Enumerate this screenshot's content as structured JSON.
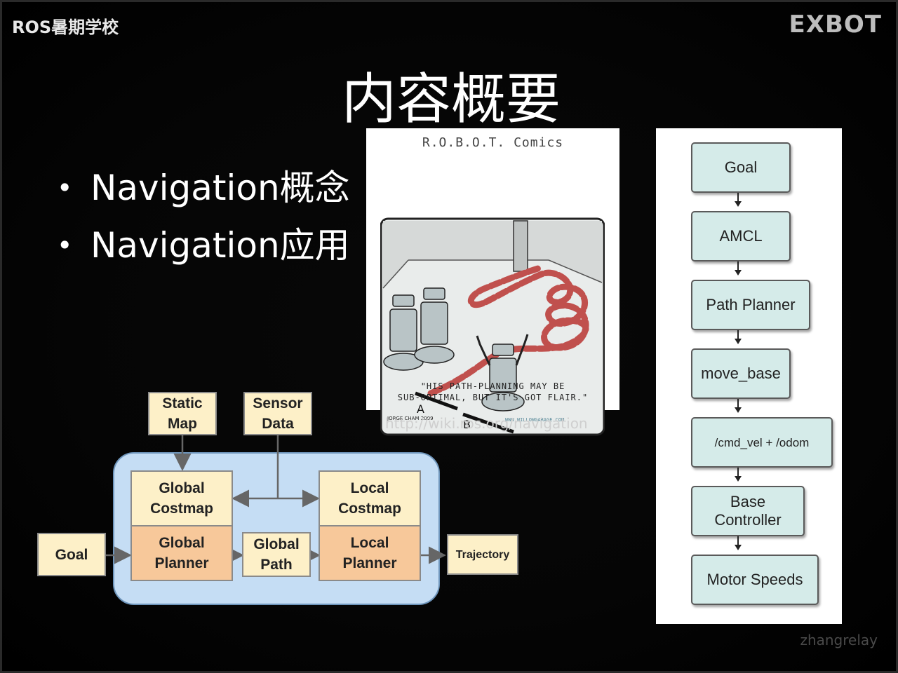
{
  "header": {
    "brand_left": "ROS暑期学校",
    "brand_right": "EXBOT"
  },
  "title": "内容概要",
  "bullets": [
    "Navigation概念",
    "Navigation应用"
  ],
  "comic": {
    "title": "R.O.B.O.T. Comics",
    "author": "JORGE CHAM 2009",
    "site": "WWW.WILLOWGARAGE.COM",
    "caption_line1": "\"HIS PATH-PLANNING MAY BE",
    "caption_line2": "SUB-OPTIMAL, BUT IT'S GOT FLAIR.\"",
    "label_a": "A",
    "label_b": "B"
  },
  "source_url": "http://wiki.ros.org/navigation",
  "flowchart": {
    "steps": [
      {
        "label": "Goal"
      },
      {
        "label": "AMCL"
      },
      {
        "label": "Path Planner"
      },
      {
        "label": "move_base"
      },
      {
        "label": "/cmd_vel + /odom"
      },
      {
        "label": "Base Controller"
      },
      {
        "label": "Motor Speeds"
      }
    ]
  },
  "nav_diagram": {
    "static_map": "Static Map",
    "sensor_data": "Sensor Data",
    "global_costmap": "Global Costmap",
    "local_costmap": "Local Costmap",
    "goal": "Goal",
    "global_planner": "Global Planner",
    "global_path": "Global Path",
    "local_planner": "Local Planner",
    "trajectory": "Trajectory"
  },
  "watermark": "zhangrelay",
  "colors": {
    "background": "#000000",
    "flow_box": "#d5ebe9",
    "panel": "#c5ddf4",
    "cream_box": "#fdf0c8",
    "orange_box": "#f7c89a",
    "path_stripe": "#c0504d"
  }
}
